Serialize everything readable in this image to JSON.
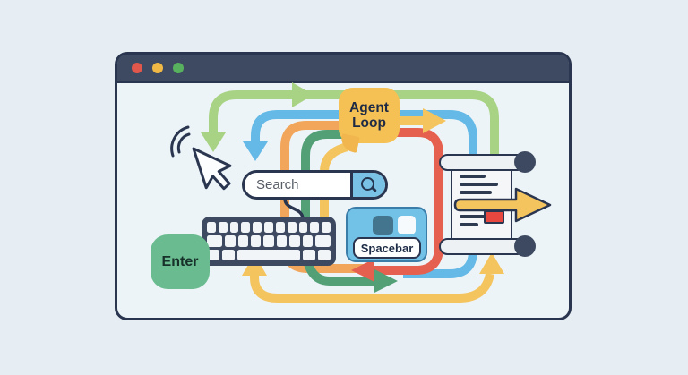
{
  "page": {
    "background": "#e7eef3"
  },
  "browser_window": {
    "titlebar_color": "#3e4a61",
    "traffic_lights": [
      {
        "name": "close",
        "color": "#e2574b"
      },
      {
        "name": "minimize",
        "color": "#f0b844"
      },
      {
        "name": "maximize",
        "color": "#58b15e"
      }
    ]
  },
  "diagram": {
    "agent_loop_label": "Agent Loop",
    "search_bar": {
      "placeholder": "Search",
      "button_icon": "magnifier"
    },
    "keys": {
      "enter": "Enter",
      "spacebar": "Spacebar"
    },
    "icons": {
      "cursor": "pointer-click-cursor",
      "click_waves": "click-arcs",
      "search": "magnifier",
      "document": "scroll-document",
      "output": "right-arrow-through-scroll"
    },
    "arrow_colors": {
      "green": "#a8d385",
      "blue": "#64b9e6",
      "orange": "#f2a65b",
      "teal": "#53a077",
      "red": "#e5604e",
      "yellow": "#f4c45e"
    },
    "outline_color": "#2a3650"
  }
}
